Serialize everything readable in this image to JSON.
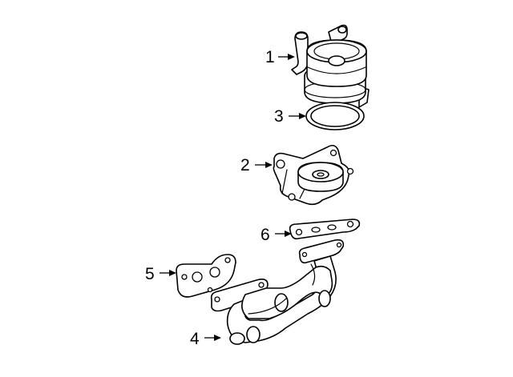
{
  "diagram": {
    "callouts": [
      {
        "id": "1"
      },
      {
        "id": "2"
      },
      {
        "id": "3"
      },
      {
        "id": "4"
      },
      {
        "id": "5"
      },
      {
        "id": "6"
      }
    ]
  },
  "colors": {
    "line": "#000000",
    "background": "#ffffff"
  }
}
